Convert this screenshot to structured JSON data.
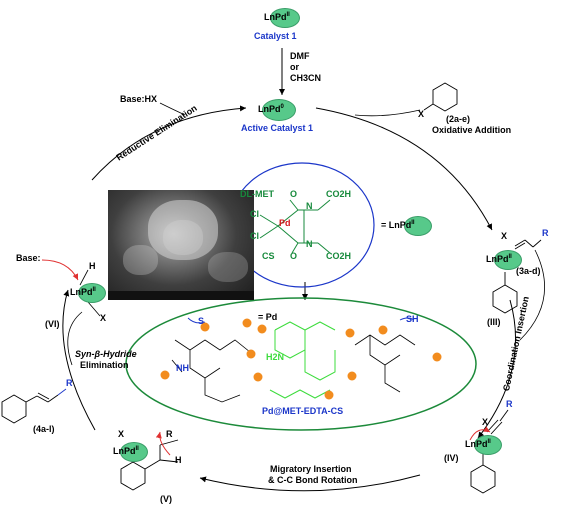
{
  "catalyst1": {
    "pd_label": "LnPd",
    "ox": "II",
    "name": "Catalyst 1"
  },
  "solvent": {
    "line1": "DMF",
    "line2": "or",
    "line3": "CH3CN"
  },
  "active_catalyst": {
    "pd_label": "LnPd",
    "ox": "0",
    "name": "Active Catalyst 1"
  },
  "steps": {
    "base_hx": "Base:HX",
    "reductive_elimination": "Reductive Elimination",
    "oxidative_addition": "Oxidative Addition",
    "aryl_halide": "(2a-e)",
    "coordination_insertion": "Coordination Insertion",
    "alkene": "(3a-d)",
    "migratory_insertion_line1": "Migratory Insertion",
    "migratory_insertion_line2": "& C-C Bond Rotation",
    "syn_beta_line1": "Syn-β-Hydride",
    "syn_beta_line2": "Elimination",
    "product": "(4a-l)",
    "base": "Base:"
  },
  "intermediates": {
    "III": "(III)",
    "IV": "(IV)",
    "V": "(V)",
    "VI": "(VI)",
    "X": "X",
    "H": "H",
    "R": "R",
    "pd_ii": "II",
    "ln_pd": "LnPd"
  },
  "complex": {
    "dl_met": "DL-MET",
    "cs": "CS",
    "co2h_1": "CO2H",
    "co2h_2": "CO2H",
    "cl1": "Cl",
    "cl2": "Cl",
    "pd": "Pd",
    "o1": "O",
    "o2": "O",
    "n1": "N",
    "n2": "N",
    "equals": "= LnPd",
    "ox": "II"
  },
  "catalyst_material": {
    "legend": "= Pd",
    "name": "Pd@MET-EDTA-CS",
    "SH": "SH",
    "S": "S",
    "H2N": "H2N",
    "NH": "NH"
  },
  "colors": {
    "blue": "#1b36c9",
    "green_complex": "#178a3c",
    "pd_red": "#d4141b",
    "pd_dot": "#f28c1e",
    "cs_green": "#3ddc3d",
    "blob": "#57c98a",
    "ellipse": "#1c8a3a",
    "circle": "#1b36c9"
  }
}
